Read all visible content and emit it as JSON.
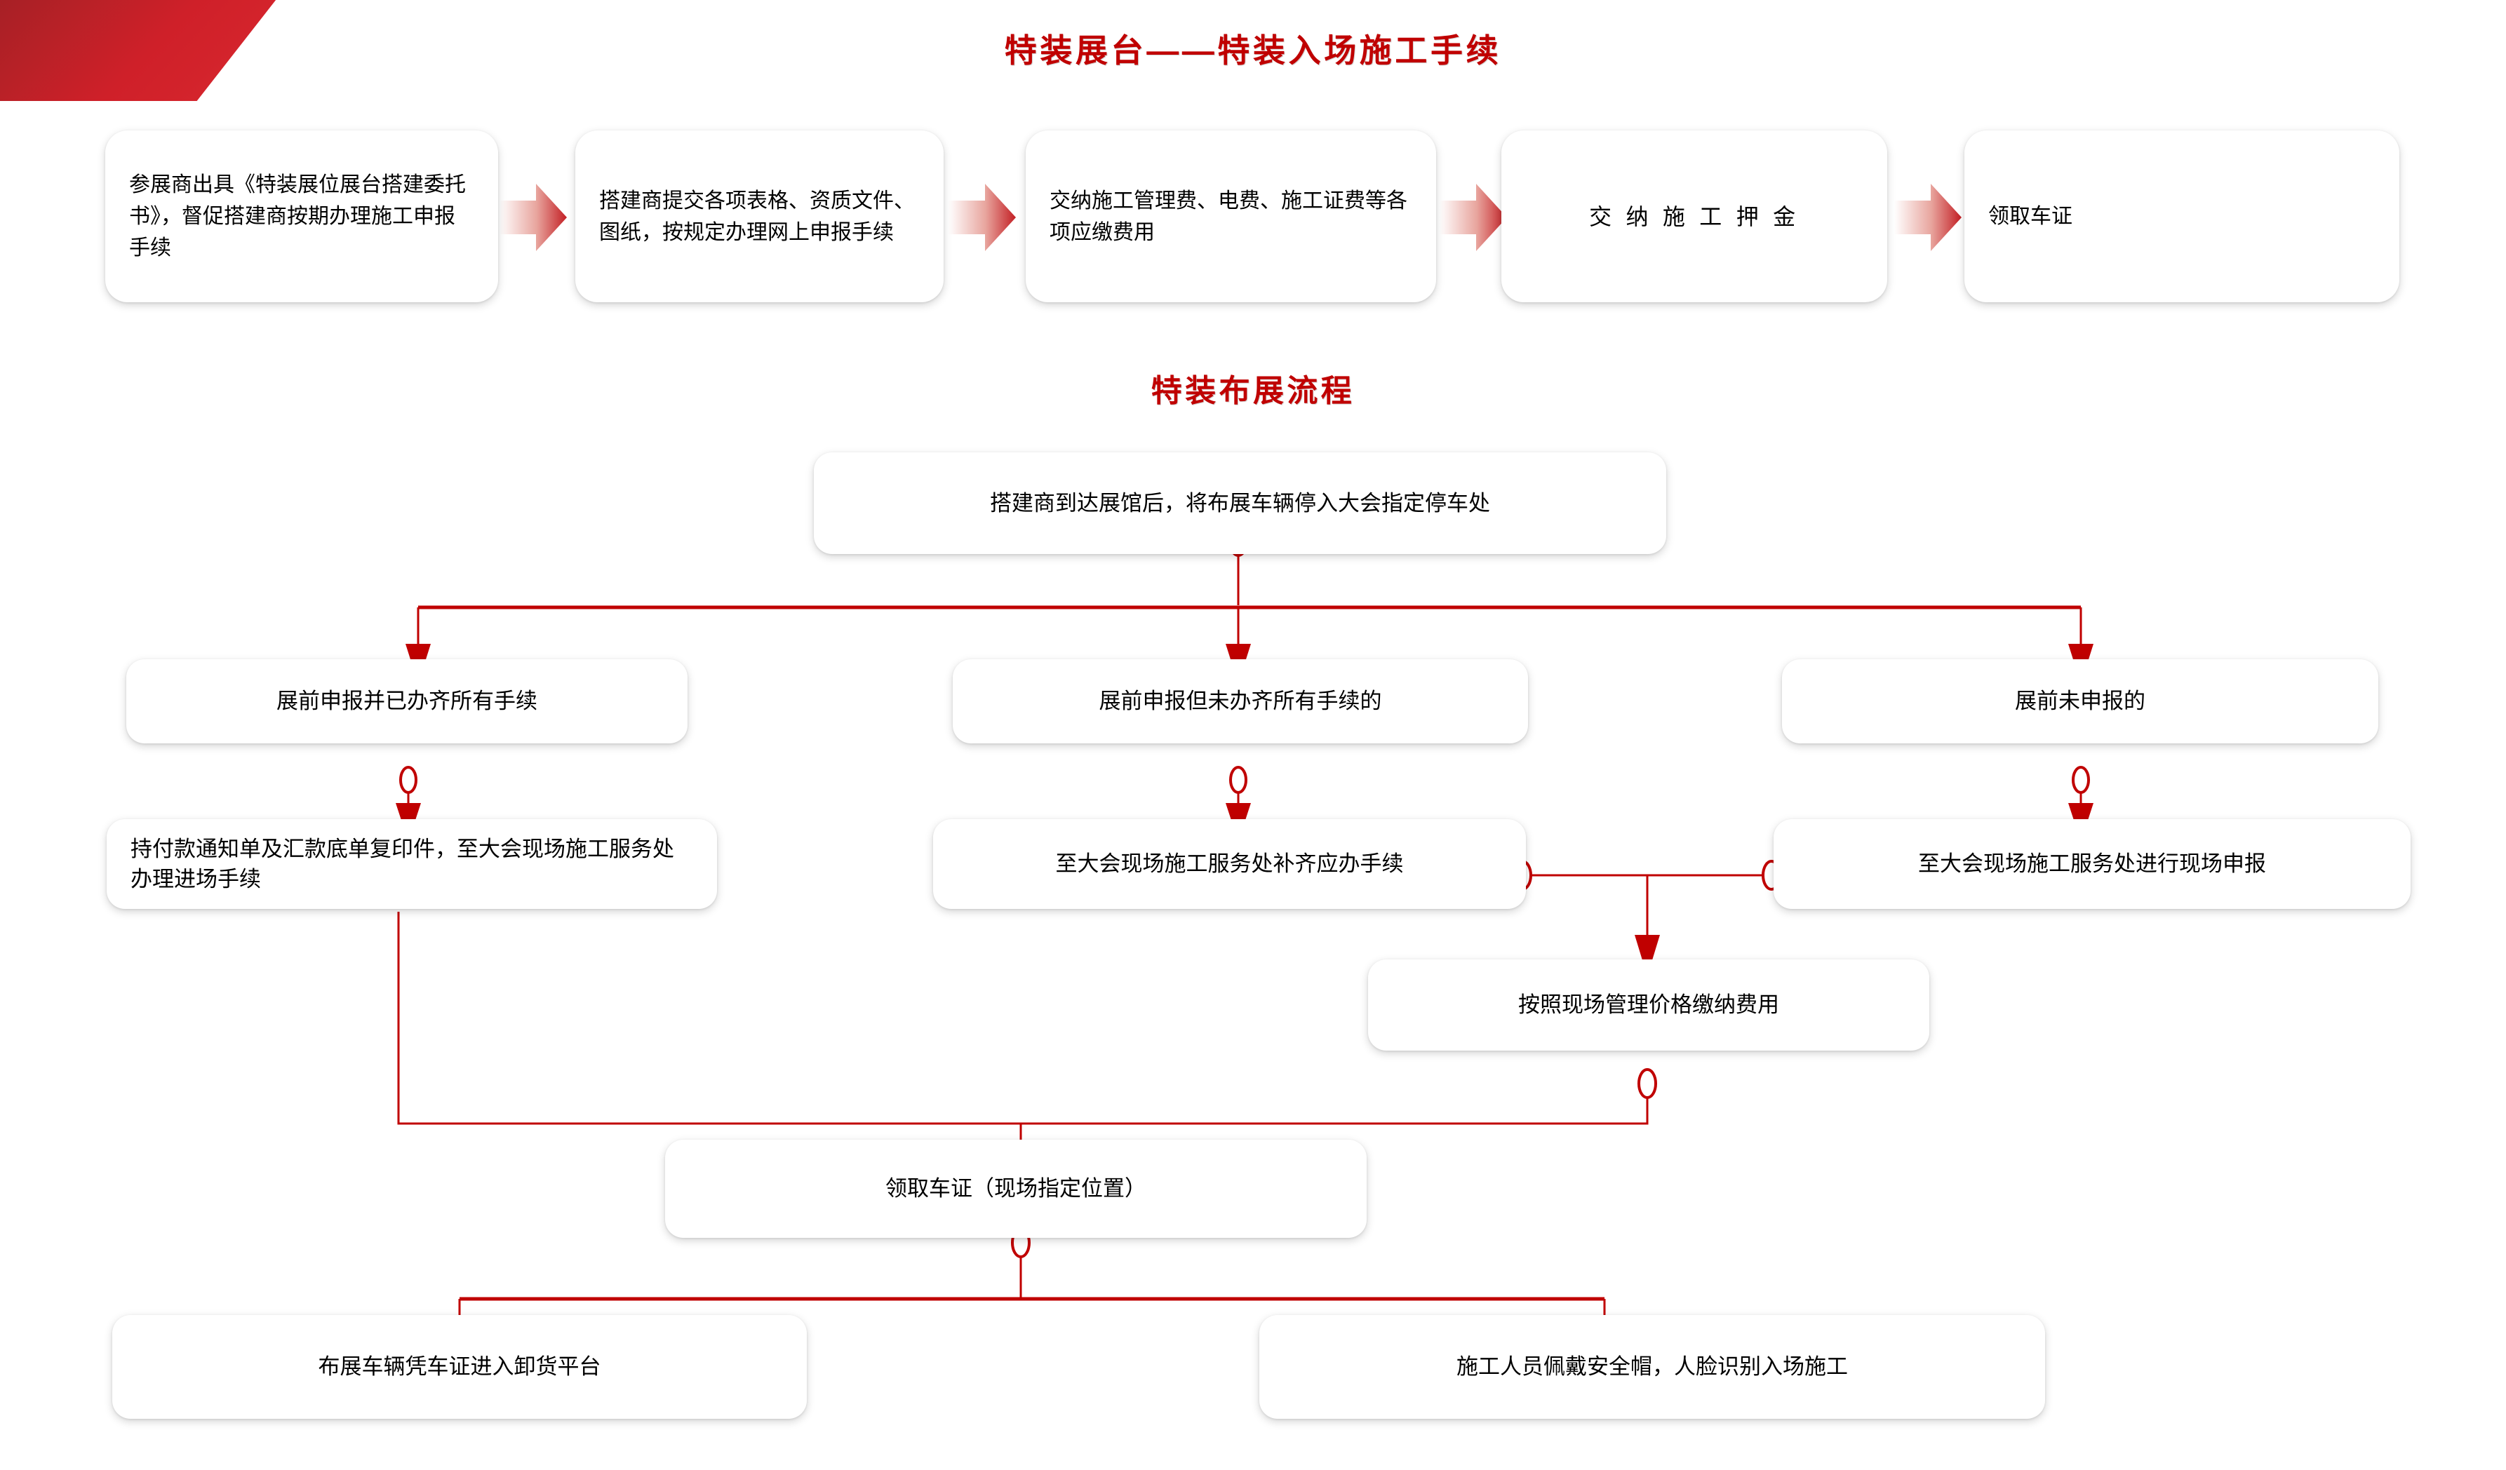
{
  "colors": {
    "accent_red": "#c00000",
    "corner_red": "#b72127",
    "corner_gray": "#5a6675",
    "card_bg": "#ffffff",
    "text": "#000000"
  },
  "headings": {
    "section1": "特装展台——特装入场施工手续",
    "section2": "特装布展流程"
  },
  "flow_top": {
    "steps": [
      {
        "id": "s1",
        "label": "参展商出具《特装展位展台搭建委托书》，督促搭建商按期办理施工申报手续"
      },
      {
        "id": "s2",
        "label": "搭建商提交各项表格、资质文件、图纸，按规定办理网上申报手续"
      },
      {
        "id": "s3",
        "label": "交纳施工管理费、电费、施工证费等各项应缴费用"
      },
      {
        "id": "s4",
        "label": "交 纳 施 工 押 金"
      },
      {
        "id": "s5",
        "label": "领取车证"
      }
    ],
    "connector_icon": "chevron-right-arrow"
  },
  "flow_bottom": {
    "start": {
      "id": "b0",
      "label": "搭建商到达展馆后，将布展车辆停入大会指定停车处"
    },
    "branches": [
      {
        "id": "b1",
        "label": "展前申报并已办齐所有手续"
      },
      {
        "id": "b2",
        "label": "展前申报但未办齐所有手续的"
      },
      {
        "id": "b3",
        "label": "展前未申报的"
      }
    ],
    "actions": [
      {
        "id": "b4",
        "label": "持付款通知单及汇款底单复印件，至大会现场施工服务处办理进场手续"
      },
      {
        "id": "b5",
        "label": "至大会现场施工服务处补齐应办手续"
      },
      {
        "id": "b6",
        "label": "至大会现场施工服务处进行现场申报"
      }
    ],
    "fee": {
      "id": "b7",
      "label": "按照现场管理价格缴纳费用"
    },
    "pass": {
      "id": "b8",
      "label": "领取车证（现场指定位置）"
    },
    "final": [
      {
        "id": "b9",
        "label": "布展车辆凭车证进入卸货平台"
      },
      {
        "id": "b10",
        "label": "施工人员佩戴安全帽，人脸识别入场施工"
      }
    ],
    "connector_icons": {
      "junction": "circle-connector-dot",
      "arrow": "arrow-head-down"
    }
  }
}
